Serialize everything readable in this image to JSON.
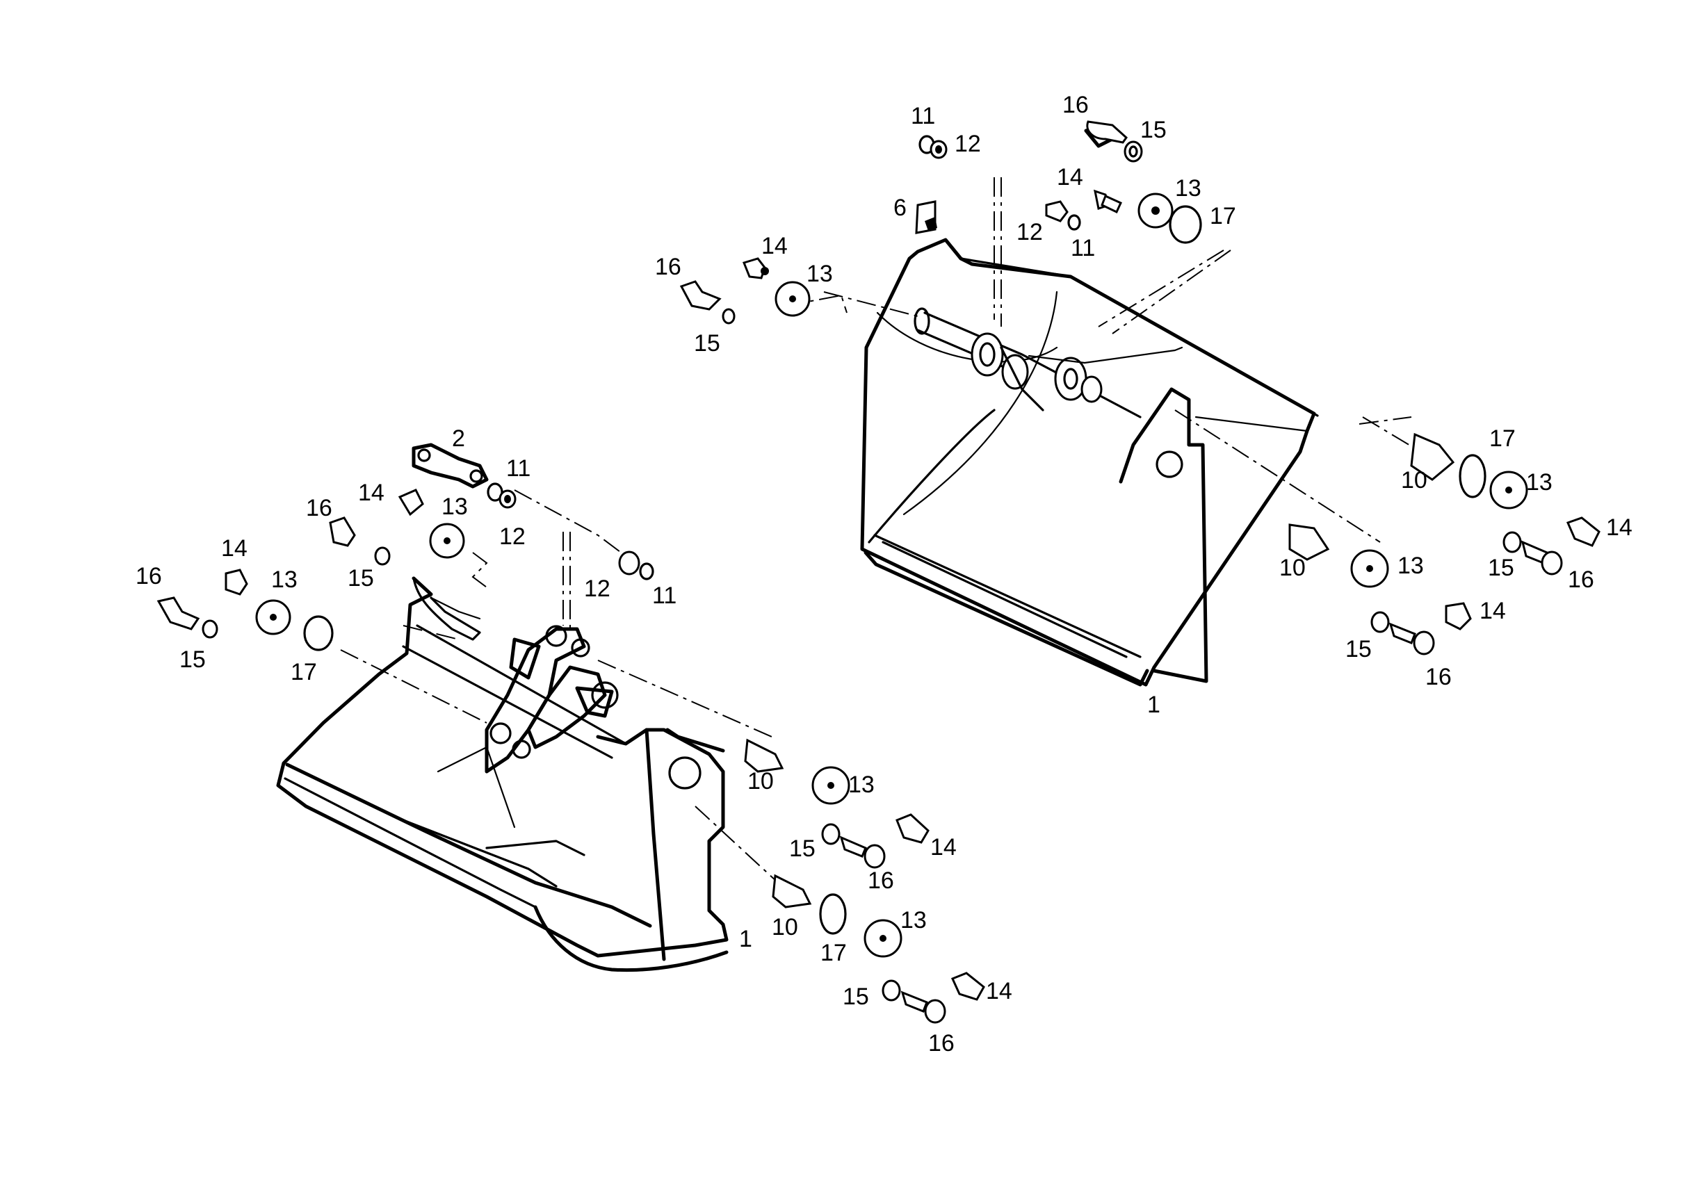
{
  "diagram": {
    "background": "#ffffff",
    "ink": "#000000",
    "callouts": [
      {
        "id": "r-11-top",
        "text": "11"
      },
      {
        "id": "r-12-top",
        "text": "12"
      },
      {
        "id": "r-16-top",
        "text": "16"
      },
      {
        "id": "r-15-top",
        "text": "15"
      },
      {
        "id": "r-14-top",
        "text": "14"
      },
      {
        "id": "r-13-top",
        "text": "13"
      },
      {
        "id": "r-17-top",
        "text": "17"
      },
      {
        "id": "r-6",
        "text": "6"
      },
      {
        "id": "r-12-mid",
        "text": "12"
      },
      {
        "id": "r-11-mid",
        "text": "11"
      },
      {
        "id": "r-16-left",
        "text": "16"
      },
      {
        "id": "r-14-left",
        "text": "14"
      },
      {
        "id": "r-13-left",
        "text": "13"
      },
      {
        "id": "r-15-left",
        "text": "15"
      },
      {
        "id": "r-17-right",
        "text": "17"
      },
      {
        "id": "r-10-right-a",
        "text": "10"
      },
      {
        "id": "r-13-right-a",
        "text": "13"
      },
      {
        "id": "r-14-right-a",
        "text": "14"
      },
      {
        "id": "r-15-right-a",
        "text": "15"
      },
      {
        "id": "r-16-right-a",
        "text": "16"
      },
      {
        "id": "r-10-right-b",
        "text": "10"
      },
      {
        "id": "r-13-right-b",
        "text": "13"
      },
      {
        "id": "r-14-right-b",
        "text": "14"
      },
      {
        "id": "r-15-right-b",
        "text": "15"
      },
      {
        "id": "r-16-right-b",
        "text": "16"
      },
      {
        "id": "r-1",
        "text": "1"
      },
      {
        "id": "l-2",
        "text": "2"
      },
      {
        "id": "l-11-a",
        "text": "11"
      },
      {
        "id": "l-14-a",
        "text": "14"
      },
      {
        "id": "l-13-a",
        "text": "13"
      },
      {
        "id": "l-12-a",
        "text": "12"
      },
      {
        "id": "l-16-a",
        "text": "16"
      },
      {
        "id": "l-15-a",
        "text": "15"
      },
      {
        "id": "l-12-b",
        "text": "12"
      },
      {
        "id": "l-11-b",
        "text": "11"
      },
      {
        "id": "l-14-b",
        "text": "14"
      },
      {
        "id": "l-16-b",
        "text": "16"
      },
      {
        "id": "l-13-b",
        "text": "13"
      },
      {
        "id": "l-15-b",
        "text": "15"
      },
      {
        "id": "l-17-a",
        "text": "17"
      },
      {
        "id": "l-10-a",
        "text": "10"
      },
      {
        "id": "l-13-c",
        "text": "13"
      },
      {
        "id": "l-15-c",
        "text": "15"
      },
      {
        "id": "l-14-c",
        "text": "14"
      },
      {
        "id": "l-16-c",
        "text": "16"
      },
      {
        "id": "l-10-b",
        "text": "10"
      },
      {
        "id": "l-17-b",
        "text": "17"
      },
      {
        "id": "l-13-d",
        "text": "13"
      },
      {
        "id": "l-15-d",
        "text": "15"
      },
      {
        "id": "l-14-d",
        "text": "14"
      },
      {
        "id": "l-16-d",
        "text": "16"
      },
      {
        "id": "l-1",
        "text": "1"
      }
    ]
  }
}
